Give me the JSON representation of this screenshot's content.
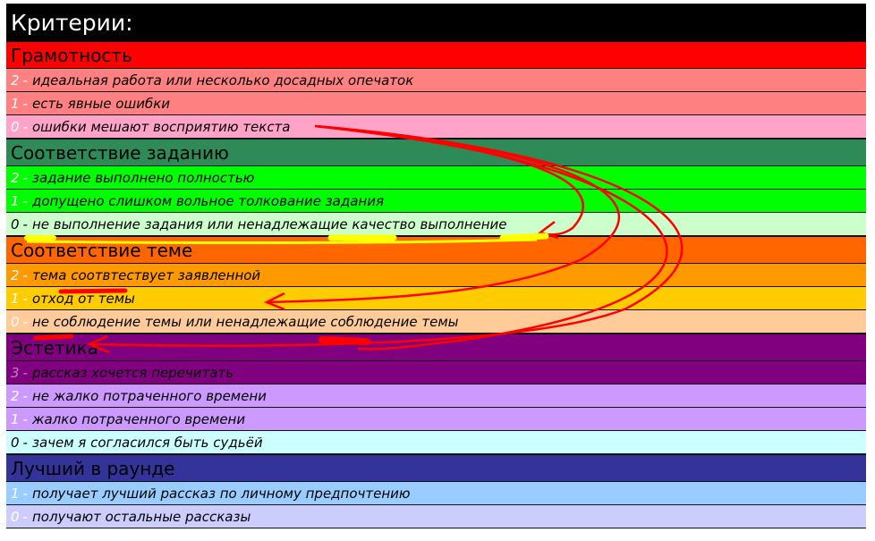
{
  "title": "Критерии:",
  "sections": [
    {
      "name": "Грамотность",
      "color": "#ff0000",
      "items": [
        {
          "score": "2",
          "sep": "-",
          "text": "идеальная работа или несколько досадных опечаток",
          "color": "#ff8080",
          "score_color": "#ffffff"
        },
        {
          "score": "1",
          "sep": "-",
          "text": "есть явные ошибки",
          "color": "#ff8080",
          "score_color": "#ffffff"
        },
        {
          "score": "0",
          "sep": "-",
          "text": "ошибки мешают восприятию текста",
          "color": "#ffa3c9",
          "score_color": "#ffffff"
        }
      ]
    },
    {
      "name": "Соответствие заданию",
      "color": "#2e8b57",
      "items": [
        {
          "score": "2",
          "sep": "-",
          "text": "задание выполнено полностью",
          "color": "#00ff00",
          "score_color": "#ffffff"
        },
        {
          "score": "1",
          "sep": "-",
          "text": "допущено слишком вольное толкование задания",
          "color": "#00ff00",
          "score_color": "#ffffff"
        },
        {
          "score": "0",
          "sep": "-",
          "text": "не выполнение задания или ненадлежащие качество выполнение",
          "color": "#ccffcc",
          "score_color": "#000000"
        }
      ]
    },
    {
      "name": "Соответствие теме",
      "color": "#ff6600",
      "items": [
        {
          "score": "2",
          "sep": "-",
          "text": "тема соотвтествует заявленной",
          "color": "#ff9900",
          "score_color": "#ffffff"
        },
        {
          "score": "1",
          "sep": "-",
          "text": "отход от темы",
          "color": "#ffcc00",
          "score_color": "#ffffff"
        },
        {
          "score": "0",
          "sep": "-",
          "text": "не соблюдение темы или ненадлежащие соблюдение темы",
          "color": "#ffcc99",
          "score_color": "#ffffff"
        }
      ]
    },
    {
      "name": "Эстетика",
      "color": "#800080",
      "items": [
        {
          "score": "3",
          "sep": "-",
          "text": "рассказ хочется перечитать",
          "color": "#800080",
          "score_color": "#c080c0"
        },
        {
          "score": "2",
          "sep": "-",
          "text": "не жалко потраченного времени",
          "color": "#cc99ff",
          "score_color": "#ffffff"
        },
        {
          "score": "1",
          "sep": "-",
          "text": "жалко потраченного времени",
          "color": "#cc99ff",
          "score_color": "#ffffff"
        },
        {
          "score": "0",
          "sep": "-",
          "text": "зачем я согласился быть судьёй",
          "color": "#ccffff",
          "score_color": "#000000"
        }
      ]
    },
    {
      "name": "Лучший в раунде",
      "color": "#333399",
      "items": [
        {
          "score": "1",
          "sep": "-",
          "text": "получает лучший рассказ по личному предпочтению",
          "color": "#99ccff",
          "score_color": "#ffffff"
        },
        {
          "score": "0",
          "sep": "-",
          "text": "получают остальные рассказы",
          "color": "#ccccff",
          "score_color": "#ffffff"
        }
      ]
    }
  ],
  "annotation_colors": {
    "red": "#ff0000",
    "yellow": "#ffff00"
  }
}
